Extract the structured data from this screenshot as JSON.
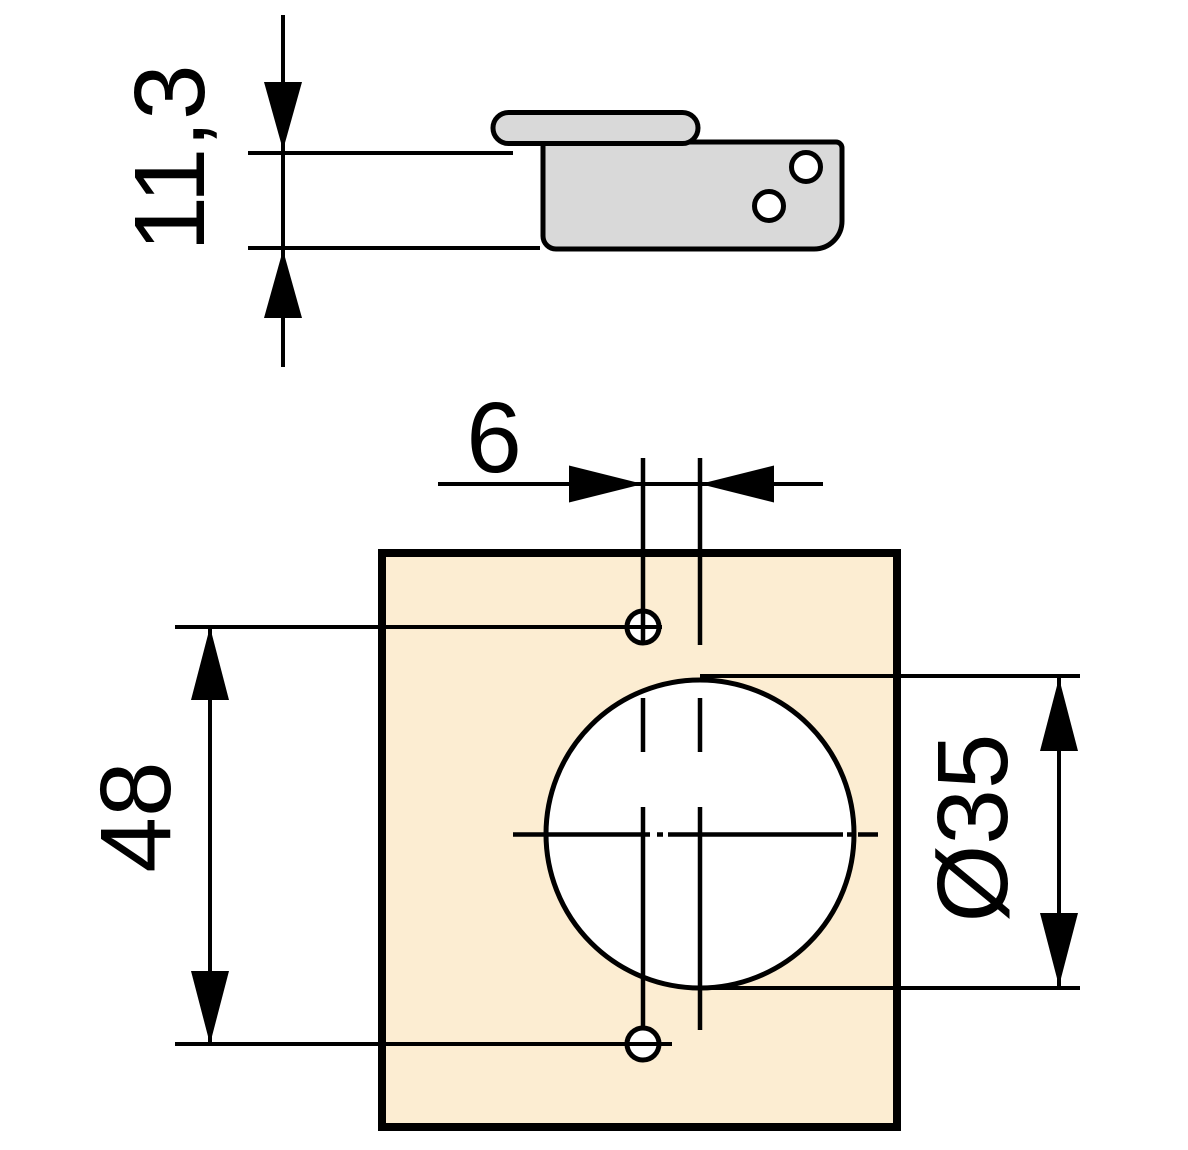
{
  "drawing": {
    "side_view": {
      "depth_label": "11,3"
    },
    "front_view": {
      "offset_label": "6",
      "spacing_label": "48",
      "diameter_label": "Ø35"
    },
    "colors": {
      "background": "#ffffff",
      "line": "#000000",
      "hinge_fill": "#d9d9d9",
      "panel_fill": "#fcedd2",
      "hole_fill": "#ffffff"
    }
  }
}
